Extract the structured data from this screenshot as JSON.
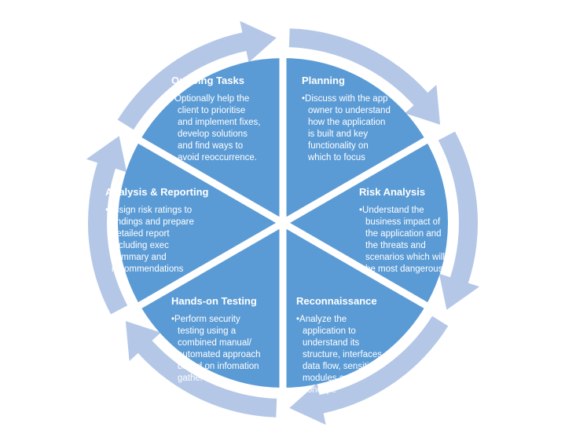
{
  "diagram": {
    "colors": {
      "ring": "#b4c7e7",
      "segment": "#5b9bd5",
      "separator": "#ffffff",
      "text": "#ffffff"
    },
    "segments": [
      {
        "id": "planning",
        "title": "Planning",
        "lines": [
          "•Discuss with the app",
          "owner to understand",
          "how the application",
          "is built and key",
          "functionality on",
          "which to focus"
        ]
      },
      {
        "id": "risk-analysis",
        "title": "Risk Analysis",
        "lines": [
          "•Understand the",
          "business impact of",
          "the application and",
          "the threats and",
          "scenarios which will",
          "be most dangerous"
        ]
      },
      {
        "id": "reconnaissance",
        "title": "Reconnaissance",
        "lines": [
          "•Analyze the",
          "application to",
          "understand its",
          "structure, interfaces,",
          "data flow, sensitive",
          "modules and",
          "concept."
        ]
      },
      {
        "id": "hands-on-testing",
        "title": "Hands-on Testing",
        "lines": [
          "•Perform security",
          "testing using a",
          "combined manual/",
          "automated approach",
          "based on infomation",
          "gathered."
        ]
      },
      {
        "id": "analysis-reporting",
        "title": "Analysis & Reporting",
        "lines": [
          "•Assign risk ratings to",
          "findings and prepare",
          "detailed report",
          "including exec",
          "summary and",
          "recommendations"
        ]
      },
      {
        "id": "ongoing-tasks",
        "title": "Ongoing Tasks",
        "lines": [
          "•Optionally help the",
          "client to prioritise",
          "and implement  fixes,",
          "develop solutions",
          "and find ways to",
          "avoid reoccurrence."
        ]
      }
    ]
  }
}
